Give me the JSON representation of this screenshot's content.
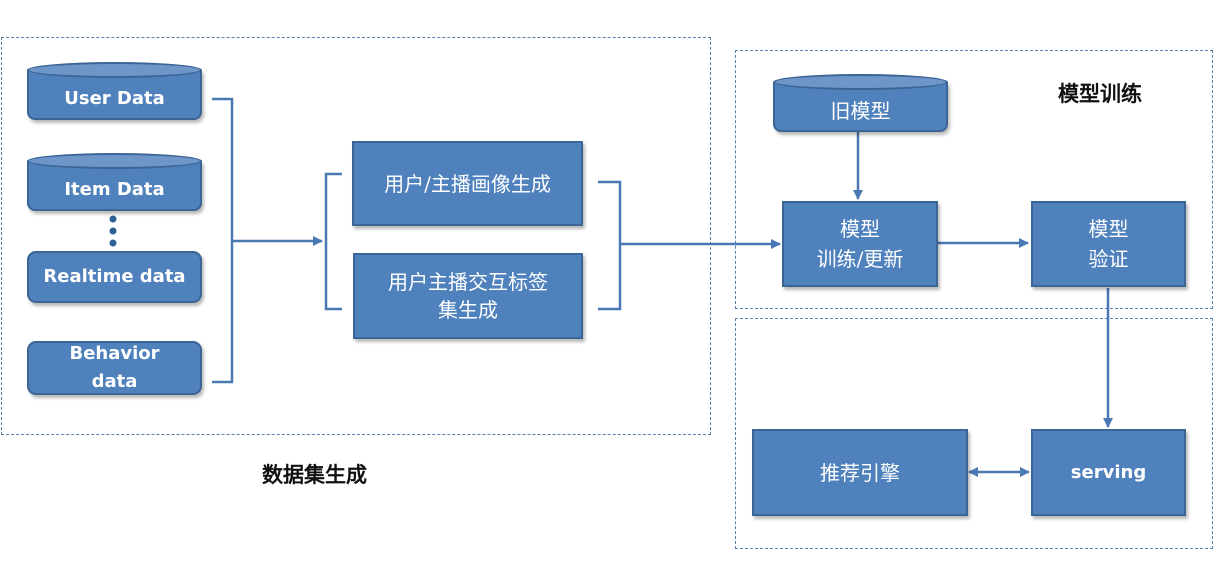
{
  "dataset_region": {
    "label": "数据集生成"
  },
  "training_region": {
    "label": "模型训练"
  },
  "sources": {
    "user_data": "User Data",
    "item_data": "Item Data",
    "realtime_data": "Realtime data",
    "behavior_data_line1": "Behavior",
    "behavior_data_line2": "data"
  },
  "dataset_steps": {
    "portrait": "用户/主播画像生成",
    "interaction_line1": "用户主播交互标签",
    "interaction_line2": "集生成"
  },
  "training": {
    "old_model": "旧模型",
    "train_line1": "模型",
    "train_line2": "训练/更新",
    "validate_line1": "模型",
    "validate_line2": "验证"
  },
  "serving_region": {
    "engine": "推荐引擎",
    "serving": "serving"
  },
  "colors": {
    "box_fill": "#4f81bd",
    "box_border": "#3b6594",
    "connector": "#4a78b4"
  }
}
